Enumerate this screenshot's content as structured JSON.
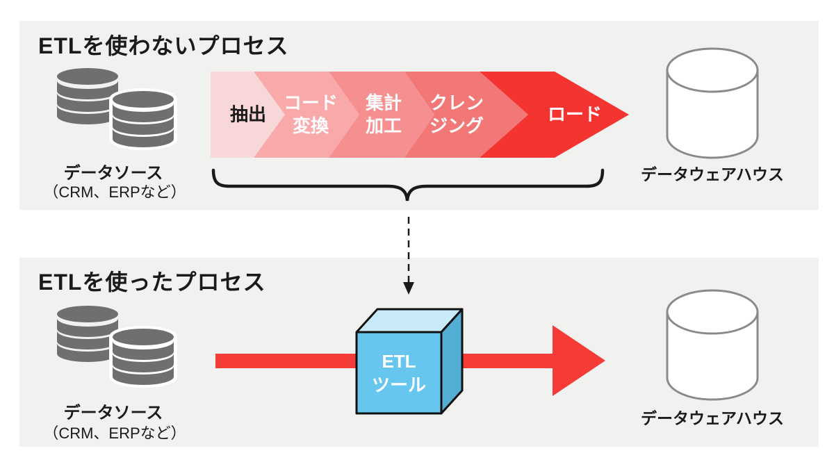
{
  "colors": {
    "page_bg": "#FFFFFF",
    "panel_bg": "#F1F1F0",
    "title_text": "#1A1A1A",
    "chevron_1": "#F8D7D8",
    "chevron_2": "#F9A9AA",
    "chevron_3": "#F58F90",
    "chevron_4": "#F17877",
    "chevron_5": "#F43431",
    "chevron_text_dark": "#1A1A1A",
    "chevron_text_light": "#FFFFFF",
    "flow_arrow_red": "#F43B35",
    "db_icon_gray": "#6F6F6F",
    "db_icon_separator": "#FFFFFF",
    "warehouse_stroke": "#8A8A8A",
    "warehouse_fill": "#FFFFFF",
    "cube_front": "#66C6EE",
    "cube_top": "#C9EAF8",
    "cube_side": "#54AED4",
    "cube_outline": "#111111",
    "brace_stroke": "#1A1A1A",
    "dashed_arrow": "#1A1A1A"
  },
  "top_section": {
    "title": "ETLを使わないプロセス",
    "data_source_label": "データソース",
    "data_source_sublabel": "（CRM、ERPなど）",
    "warehouse_label": "データウェアハウス",
    "steps": [
      {
        "line1": "抽出",
        "line2": ""
      },
      {
        "line1": "コード",
        "line2": "変換"
      },
      {
        "line1": "集計",
        "line2": "加工"
      },
      {
        "line1": "クレン",
        "line2": "ジング"
      },
      {
        "line1": "ロード",
        "line2": ""
      }
    ]
  },
  "bottom_section": {
    "title": "ETLを使ったプロセス",
    "data_source_label": "データソース",
    "data_source_sublabel": "（CRM、ERPなど）",
    "etl_tool_line1": "ETL",
    "etl_tool_line2": "ツール",
    "warehouse_label": "データウェアハウス"
  }
}
